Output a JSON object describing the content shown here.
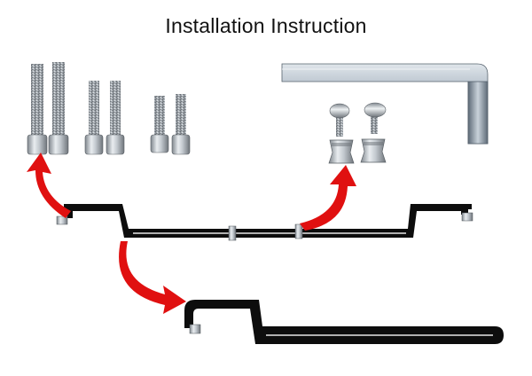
{
  "title": "Installation Instruction",
  "parts": {
    "bolts": [
      "long-bolt",
      "long-bolt",
      "medium-bolt",
      "medium-bolt",
      "short-bolt",
      "short-bolt"
    ],
    "thumb_screws": [
      "thumb-screw",
      "thumb-screw"
    ],
    "knurled_nuts": [
      "knurled-nut",
      "knurled-nut"
    ],
    "hex_key": "allen-wrench",
    "brackets": [
      "full-mounting-bracket",
      "half-mounting-bracket"
    ]
  },
  "colors": {
    "bracket": "#0d0d0d",
    "arrow": "#e01010",
    "steel": "#b9bfc6",
    "wrench": "#8a98a8"
  }
}
